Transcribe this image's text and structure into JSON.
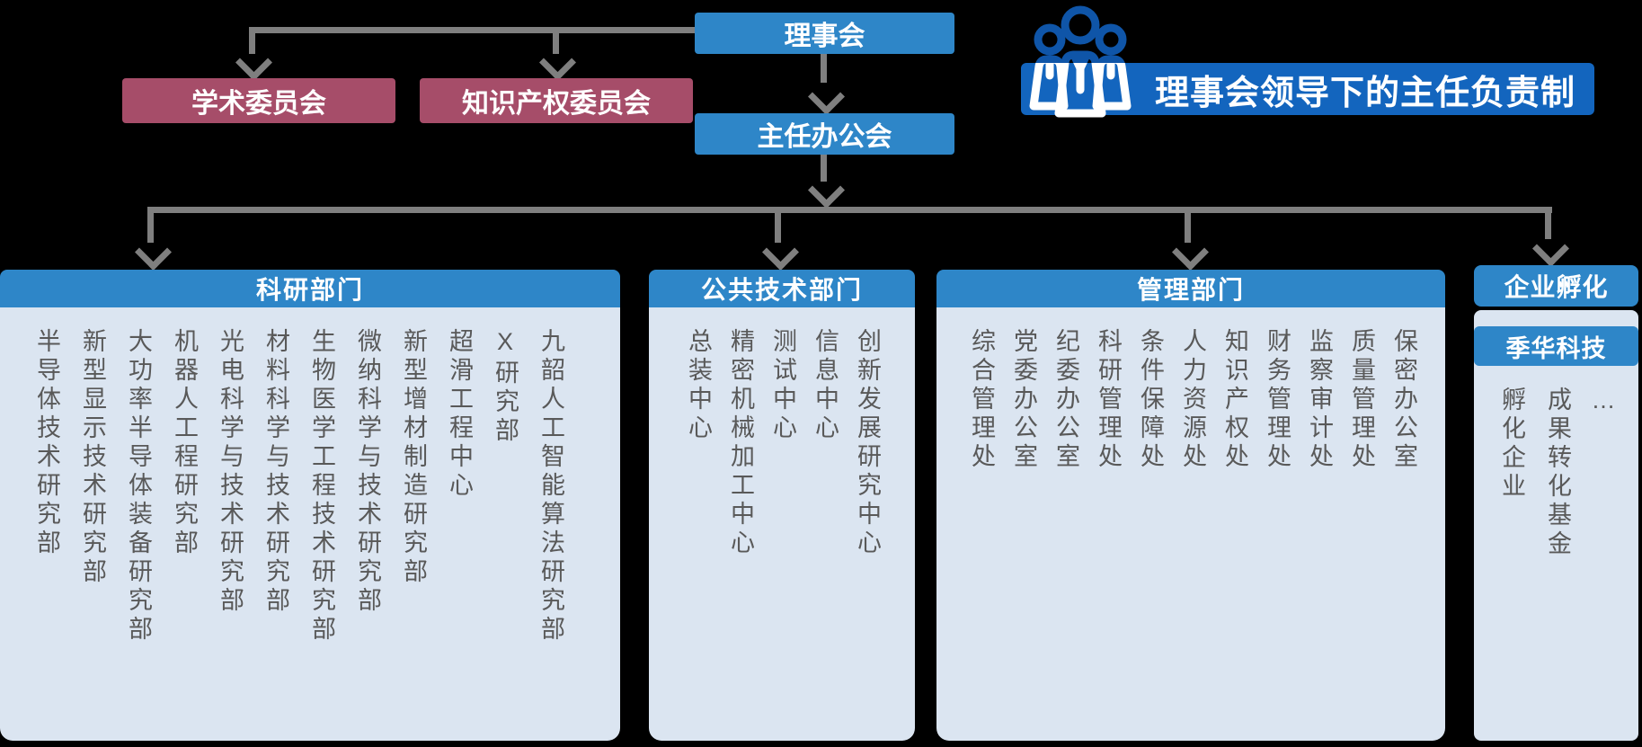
{
  "colors": {
    "node_blue": "#2E86C8",
    "banner_blue": "#1365BE",
    "icon_blue": "#0F55A8",
    "committee_rose": "#A64D69",
    "panel_bg": "#DBE5F1",
    "item_text_gray": "#595959",
    "connector_gray": "#7F7F7F"
  },
  "hierarchy": {
    "board": {
      "label": "理事会"
    },
    "office": {
      "label": "主任办公会"
    },
    "committees": [
      {
        "label": "学术委员会"
      },
      {
        "label": "知识产权委员会"
      }
    ],
    "banner": {
      "label": "理事会领导下的主任负责制",
      "icon": "people-group-icon"
    }
  },
  "panels": [
    {
      "header": "科研部门",
      "items": [
        "半导体技术研究部",
        "新型显示技术研究部",
        "大功率半导体装备研究部",
        "机器人工程研究部",
        "光电科学与技术研究部",
        "材料科学与技术研究部",
        "生物医学工程技术研究部",
        "微纳科学与技术研究部",
        "新型增材制造研究部",
        "超滑工程中心",
        "X研究部",
        "九韶人工智能算法研究部"
      ]
    },
    {
      "header": "公共技术部门",
      "items": [
        "总装中心",
        "精密机械加工中心",
        "测试中心",
        "信息中心",
        "创新发展研究中心"
      ]
    },
    {
      "header": "管理部门",
      "items": [
        "综合管理处",
        "党委办公室",
        "纪委办公室",
        "科研管理处",
        "条件保障处",
        "人力资源处",
        "知识产权处",
        "财务管理处",
        "监察审计处",
        "质量管理处",
        "保密办公室"
      ]
    },
    {
      "header": "企业孵化",
      "subheader": "季华科技",
      "items": [
        "孵化企业",
        "成果转化基金",
        "…"
      ]
    }
  ]
}
